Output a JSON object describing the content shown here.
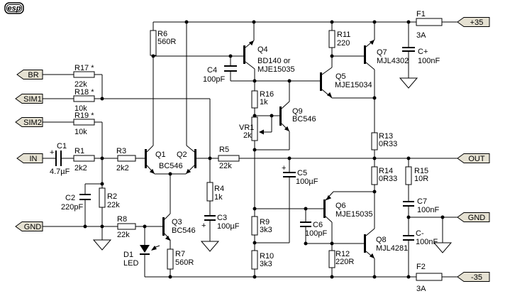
{
  "colors": {
    "background": "#ffffff",
    "line": "#000000",
    "tag_fill": "#e5e1d2",
    "text": "#000000"
  },
  "logo": {
    "text": "esp"
  },
  "tags": {
    "br": "BR",
    "sim1": "SIM1",
    "sim2": "SIM2",
    "in": "IN",
    "gnd_left": "GND",
    "plus35": "+35",
    "out": "OUT",
    "gnd_right": "GND",
    "minus35": "-35"
  },
  "components": {
    "r1": {
      "ref": "R1",
      "val": "2k2"
    },
    "r2": {
      "ref": "R2",
      "val": "22k"
    },
    "r3": {
      "ref": "R3",
      "val": "2k2"
    },
    "r4": {
      "ref": "R4",
      "val": "1k"
    },
    "r5": {
      "ref": "R5",
      "val": "22k"
    },
    "r6": {
      "ref": "R6",
      "val": "560R"
    },
    "r7": {
      "ref": "R7",
      "val": "560R"
    },
    "r8": {
      "ref": "R8",
      "val": "22k"
    },
    "r9": {
      "ref": "R9",
      "val": "3k3"
    },
    "r10": {
      "ref": "R10",
      "val": "3k3"
    },
    "r11": {
      "ref": "R11",
      "val": "220"
    },
    "r12": {
      "ref": "R12",
      "val": "220R"
    },
    "r13": {
      "ref": "R13",
      "val": "0R33"
    },
    "r14": {
      "ref": "R14",
      "val": "0R33"
    },
    "r15": {
      "ref": "R15",
      "val": "10R"
    },
    "r16": {
      "ref": "R16",
      "val": "1k"
    },
    "r17": {
      "ref": "R17 *",
      "val": "22k"
    },
    "r18": {
      "ref": "R18 *",
      "val": "10k"
    },
    "r19": {
      "ref": "R19 *",
      "val": "10k"
    },
    "vr1": {
      "ref": "VR1",
      "val": "2k"
    },
    "c1": {
      "ref": "C1",
      "val": "4.7µF",
      "polarity": "+"
    },
    "c2": {
      "ref": "C2",
      "val": "220pF"
    },
    "c3": {
      "ref": "C3",
      "val": "100µF",
      "polarity": "+"
    },
    "c4": {
      "ref": "C4",
      "val": "100pF"
    },
    "c5": {
      "ref": "C5",
      "val": "100µF",
      "polarity": "+"
    },
    "c6": {
      "ref": "C6",
      "val": "100pF"
    },
    "c7": {
      "ref": "C7",
      "val": "100nF"
    },
    "cplus": {
      "ref": "C+",
      "val": "100nF"
    },
    "cminus": {
      "ref": "C-",
      "val": "100nF"
    },
    "q1": {
      "ref": "Q1"
    },
    "q2": {
      "ref": "Q2"
    },
    "q12_val": "BC546",
    "q3": {
      "ref": "Q3",
      "val": "BC546"
    },
    "q4": {
      "ref": "Q4",
      "val1": "BD140 or",
      "val2": "MJE15035"
    },
    "q5": {
      "ref": "Q5",
      "val": "MJE15034"
    },
    "q6": {
      "ref": "Q6",
      "val": "MJE15035"
    },
    "q7": {
      "ref": "Q7",
      "val": "MJL4302"
    },
    "q8": {
      "ref": "Q8",
      "val": "MJL4281"
    },
    "q9": {
      "ref": "Q9",
      "val": "BC546"
    },
    "d1": {
      "ref": "D1",
      "val": "LED"
    },
    "f1": {
      "ref": "F1",
      "val": "3A"
    },
    "f2": {
      "ref": "F2",
      "val": "3A"
    }
  }
}
